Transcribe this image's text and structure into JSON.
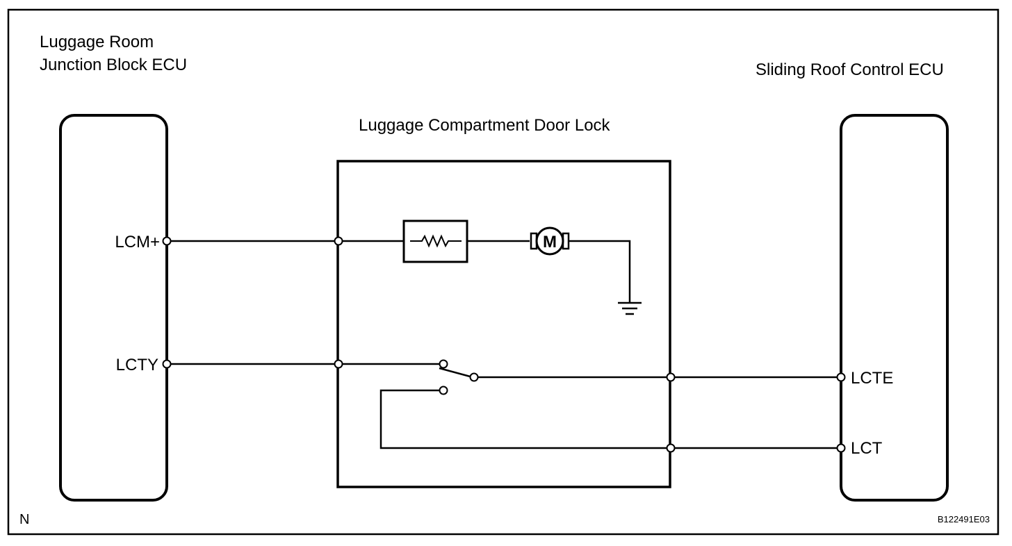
{
  "ecu_left": {
    "line1": "Luggage Room",
    "line2": "Junction Block ECU"
  },
  "ecu_right": {
    "title": "Sliding Roof Control ECU"
  },
  "door_lock": {
    "title": "Luggage Compartment Door Lock"
  },
  "terminals": {
    "lcm_plus": "LCM+",
    "lcty": "LCTY",
    "lcte": "LCTE",
    "lct": "LCT"
  },
  "motor": {
    "symbol": "M"
  },
  "footer": {
    "left_mark": "N",
    "code": "B122491E03"
  }
}
